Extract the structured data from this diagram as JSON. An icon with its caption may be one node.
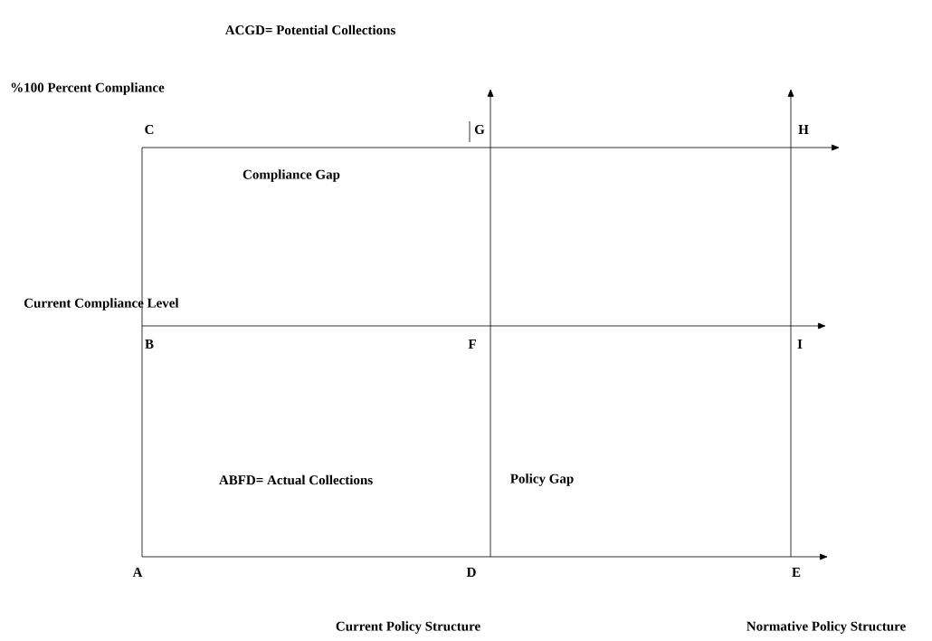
{
  "diagram": {
    "labels": [
      "ACGD= Potential Collections",
      "%100 Percent Compliance",
      "C",
      "G",
      "H",
      "Compliance Gap",
      "Current Compliance Level",
      "B",
      "F",
      "I",
      "ABFD= Actual Collections",
      "Policy Gap",
      "A",
      "D",
      "E",
      "Current Policy Structure",
      "Normative Policy Structure"
    ]
  }
}
